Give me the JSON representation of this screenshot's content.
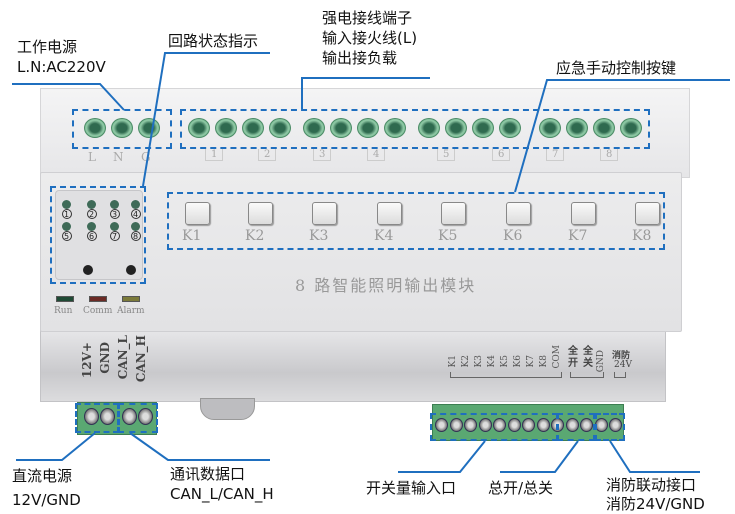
{
  "annotations": {
    "power": {
      "line1": "工作电源",
      "line2": "L.N:AC220V"
    },
    "status": {
      "line1": "回路状态指示"
    },
    "strong": {
      "line1": "强电接线端子",
      "line2": "输入接火线(L)",
      "line3": "输出接负载"
    },
    "emergency": {
      "line1": "应急手动控制按键"
    },
    "dc": {
      "line1": "直流电源",
      "line2": "12V/GND"
    },
    "comm": {
      "line1": "通讯数据口",
      "line2": "CAN_L/CAN_H"
    },
    "switch_input": {
      "line1": "开关量输入口"
    },
    "master": {
      "line1": "总开/总关"
    },
    "fire": {
      "line1": "消防联动接口",
      "line2": "消防24V/GND"
    }
  },
  "device": {
    "title": "8 路智能照明输出模块",
    "power_terminals": [
      "L",
      "N",
      "G"
    ],
    "channel_numbers": [
      "1",
      "2",
      "3",
      "4",
      "5",
      "6",
      "7",
      "8"
    ],
    "channel_circles": [
      "①",
      "②",
      "③",
      "④",
      "⑤",
      "⑥",
      "⑦",
      "⑧"
    ],
    "keys": [
      "K1",
      "K2",
      "K3",
      "K4",
      "K5",
      "K6",
      "K7",
      "K8"
    ],
    "status_leds": [
      "Run",
      "Comm",
      "Alarm"
    ],
    "bus_labels": [
      "12V+",
      "GND",
      "CAN_L",
      "CAN_H"
    ],
    "input_labels": [
      "K1",
      "K2",
      "K3",
      "K4",
      "K5",
      "K6",
      "K7",
      "K8",
      "COM"
    ],
    "master_labels": [
      "全开",
      "全关",
      "GND"
    ],
    "fire_label": {
      "line1": "消防",
      "line2": "24V"
    }
  },
  "colors": {
    "annotation": "#1f6fbf",
    "terminal": "#5aa872"
  }
}
